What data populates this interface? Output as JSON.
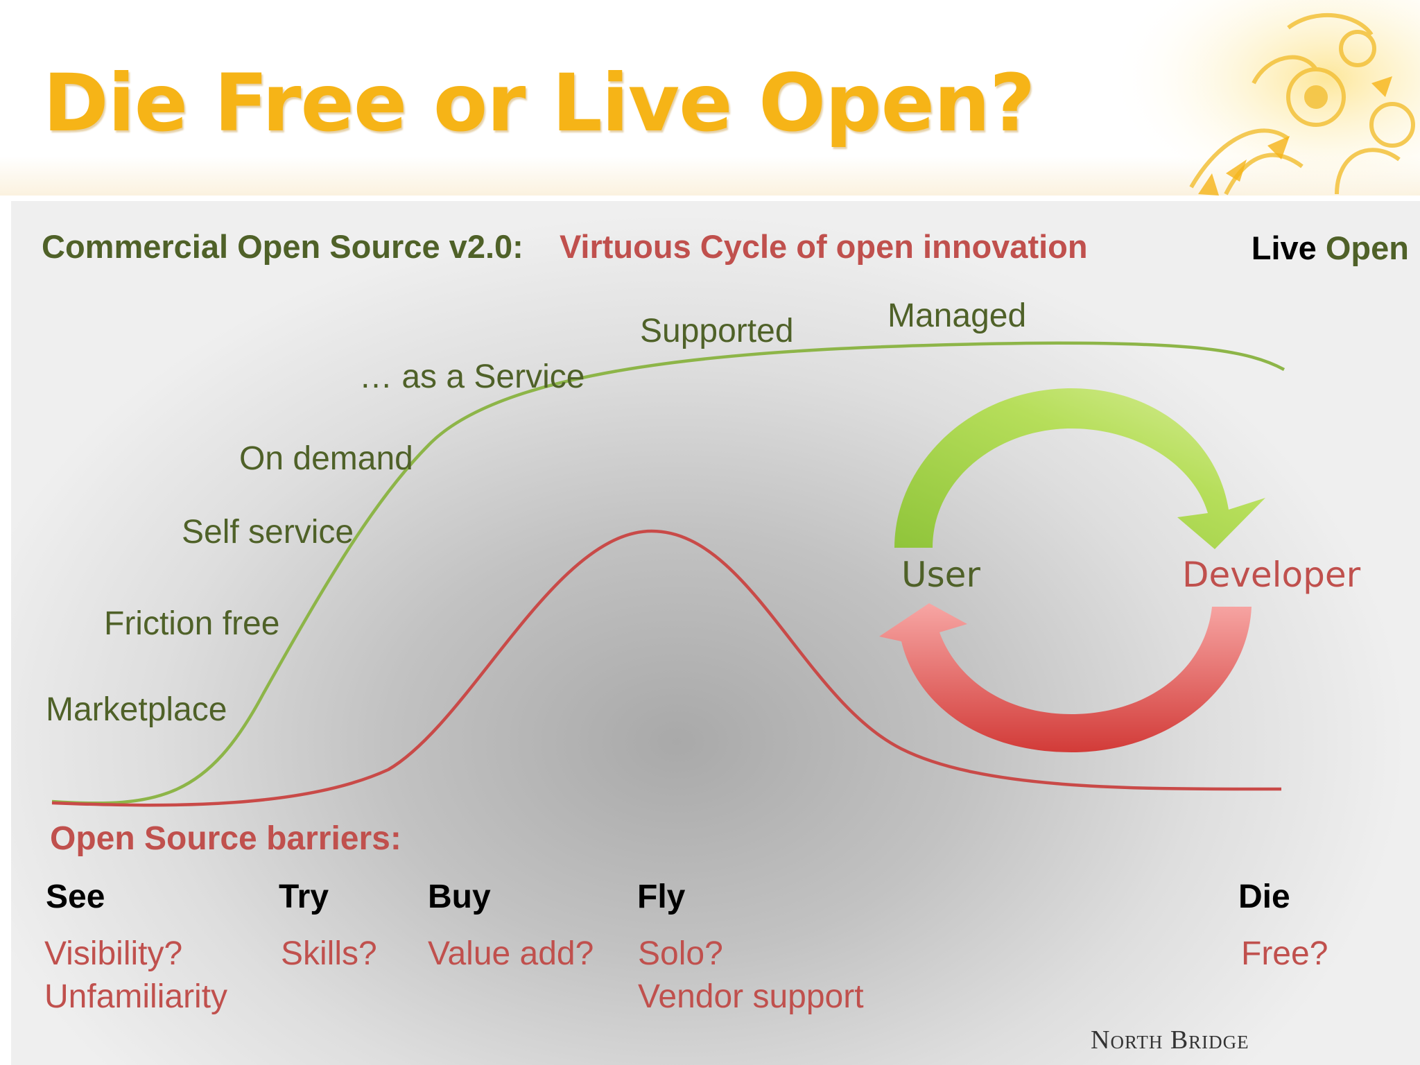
{
  "title": "Die Free or Live Open?",
  "subtitle": {
    "left": "Commercial Open Source v2.0:",
    "right": "Virtuous Cycle of open innovation"
  },
  "corner": {
    "part1": "Live",
    "part2": "Open"
  },
  "curve_labels": [
    "Marketplace",
    "Friction free",
    "Self service",
    "On demand",
    "… as a Service",
    "Supported",
    "Managed"
  ],
  "cycle": {
    "user": "User",
    "developer": "Developer"
  },
  "barriers_heading": "Open Source barriers:",
  "stages": [
    {
      "name": "See",
      "questions": [
        "Visibility?",
        "Unfamiliarity"
      ]
    },
    {
      "name": "Try",
      "questions": [
        "Skills?"
      ]
    },
    {
      "name": "Buy",
      "questions": [
        "Value add?"
      ]
    },
    {
      "name": "Fly",
      "questions": [
        "Solo?",
        "Vendor support"
      ]
    },
    {
      "name": "Die",
      "questions": [
        "Free?"
      ]
    }
  ],
  "logo": "North Bridge",
  "colors": {
    "title": "#f6b417",
    "green_text": "#4f6128",
    "red_text": "#c0504d",
    "green_curve": "#8db548",
    "red_curve": "#c94a48"
  }
}
